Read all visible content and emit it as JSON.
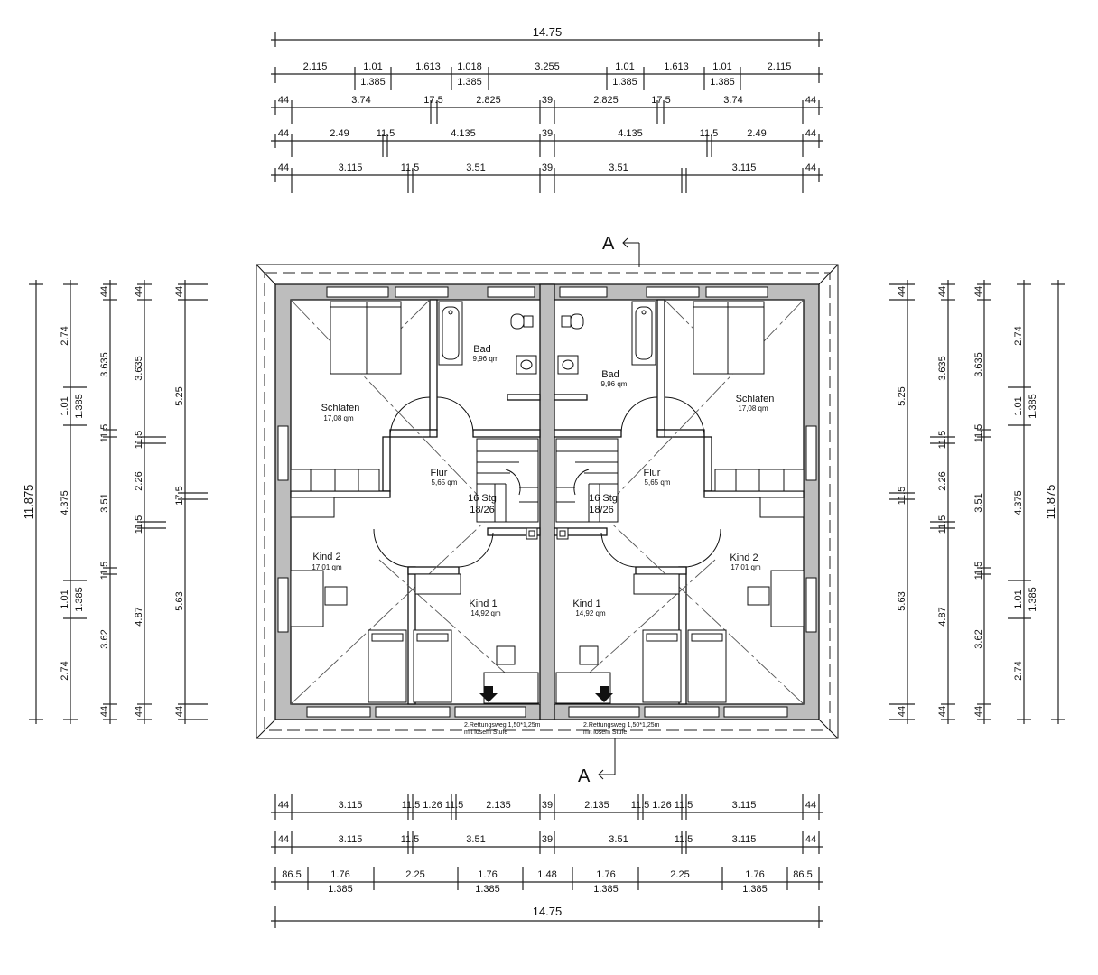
{
  "dimensions": {
    "top": {
      "overall": "14.75",
      "row1_upper": [
        "2.115",
        "1.01",
        "1.613",
        "1.018",
        "3.255",
        "1.01",
        "1.613",
        "1.01",
        "2.115"
      ],
      "row1_lower": [
        "1.385",
        "1.385",
        "1.385",
        "1.385"
      ],
      "row2": [
        "44",
        "3.74",
        "17.5",
        "2.825",
        "39",
        "2.825",
        "17.5",
        "3.74",
        "44"
      ],
      "row3": [
        "44",
        "2.49",
        "11.5",
        "4.135",
        "39",
        "4.135",
        "11.5",
        "2.49",
        "44"
      ],
      "row4": [
        "44",
        "3.115",
        "11.5",
        "3.51",
        "39",
        "3.51",
        "3.115",
        "44"
      ]
    },
    "bottom": {
      "row1": [
        "44",
        "3.115",
        "11.5",
        "1.26",
        "11.5",
        "2.135",
        "39",
        "2.135",
        "11.5",
        "1.26",
        "11.5",
        "3.115",
        "44"
      ],
      "row2": [
        "44",
        "3.115",
        "11.5",
        "3.51",
        "39",
        "3.51",
        "11.5",
        "3.115",
        "44"
      ],
      "row3_upper": [
        "86.5",
        "1.76",
        "2.25",
        "1.76",
        "1.48",
        "1.76",
        "2.25",
        "1.76",
        "86.5"
      ],
      "row3_lower": [
        "1.385",
        "1.385",
        "1.385",
        "1.385"
      ],
      "overall": "14.75"
    },
    "left": {
      "overall": "11.875",
      "col_a_upper": [
        "2.74",
        "1.01",
        "4.375",
        "1.01",
        "2.74"
      ],
      "col_a_lower": [
        "1.385",
        "1.385"
      ],
      "col_b": [
        "44",
        "3.635",
        "11.5",
        "3.51",
        "11.5",
        "3.62",
        "44"
      ],
      "col_c": [
        "44",
        "3.635",
        "11.5",
        "2.26",
        "11.5",
        "4.87",
        "44"
      ],
      "col_d": [
        "44",
        "5.25",
        "17.5",
        "5.63",
        "44"
      ]
    },
    "right": {
      "col_d": [
        "44",
        "5.25",
        "11.5",
        "5.63",
        "44"
      ],
      "col_c": [
        "44",
        "3.635",
        "11.5",
        "2.26",
        "11.5",
        "4.87",
        "44"
      ],
      "col_b": [
        "44",
        "3.635",
        "11.5",
        "3.51",
        "11.5",
        "3.62",
        "44"
      ],
      "col_a_upper": [
        "2.74",
        "1.01",
        "4.375",
        "1.01",
        "2.74"
      ],
      "col_a_lower": [
        "1.385",
        "1.385"
      ],
      "overall": "11.875"
    }
  },
  "section_marker": "A",
  "rooms": {
    "left": {
      "schlafen": {
        "name": "Schlafen",
        "area": "17,08 qm"
      },
      "bad": {
        "name": "Bad",
        "area": "9,96 qm"
      },
      "flur": {
        "name": "Flur",
        "area": "5,65 qm"
      },
      "kind2": {
        "name": "Kind 2",
        "area": "17,01 qm"
      },
      "kind1": {
        "name": "Kind 1",
        "area": "14,92 qm"
      },
      "stairs_count": "16 Stg",
      "stairs_ratio": "18/26"
    },
    "right": {
      "schlafen": {
        "name": "Schlafen",
        "area": "17,08 qm"
      },
      "bad": {
        "name": "Bad",
        "area": "9,96 qm"
      },
      "flur": {
        "name": "Flur",
        "area": "5,65 qm"
      },
      "kind2": {
        "name": "Kind 2",
        "area": "17,01 qm"
      },
      "kind1": {
        "name": "Kind 1",
        "area": "14,92 qm"
      },
      "stairs_count": "16 Stg",
      "stairs_ratio": "18/26"
    }
  },
  "window_notes": {
    "left_line1": "2.Rettungsweg 1,50*1,25m",
    "left_line2": "mit losem Stufe",
    "right_line1": "2.Rettungsweg 1,50*1,25m",
    "right_line2": "mit losem Stufe"
  }
}
